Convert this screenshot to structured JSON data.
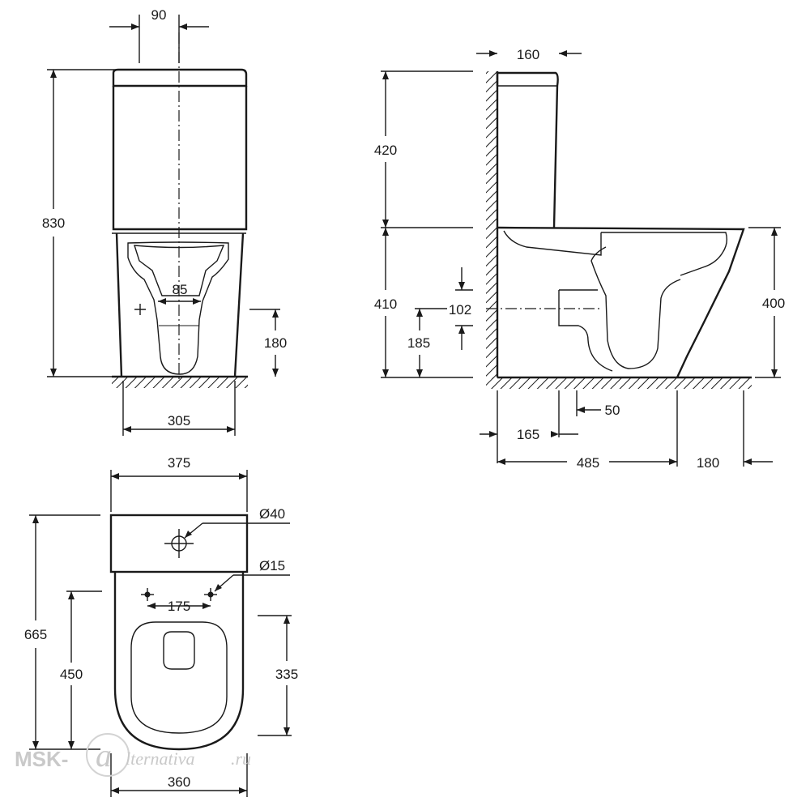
{
  "colors": {
    "line": "#1a1a1a",
    "watermark": "#c9c9c9",
    "background": "#ffffff"
  },
  "front_view": {
    "dim_90": "90",
    "dim_830": "830",
    "dim_85": "85",
    "dim_180": "180",
    "dim_305": "305"
  },
  "side_view": {
    "dim_160": "160",
    "dim_420": "420",
    "dim_410": "410",
    "dim_102": "102",
    "dim_185": "185",
    "dim_400": "400",
    "dim_50": "50",
    "dim_165": "165",
    "dim_485": "485",
    "dim_180": "180"
  },
  "top_view": {
    "dim_375": "375",
    "dim_d40": "Ø40",
    "dim_d15": "Ø15",
    "dim_175": "175",
    "dim_665": "665",
    "dim_450": "450",
    "dim_335": "335",
    "dim_360": "360"
  },
  "watermark": {
    "left": "MSK-",
    "right": "lternativa",
    "suffix": ".ru"
  }
}
